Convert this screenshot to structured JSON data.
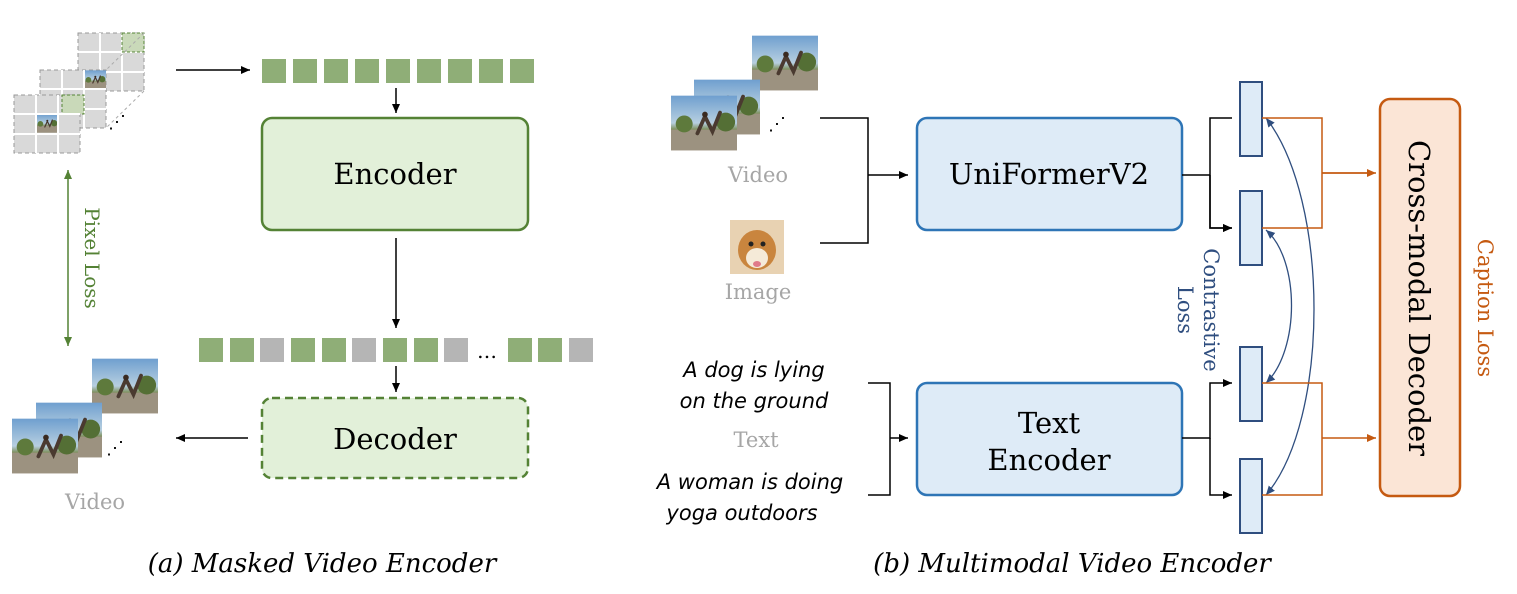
{
  "panel_a": {
    "caption": "(a) Masked Video Encoder",
    "encoder_label": "Encoder",
    "decoder_label": "Decoder",
    "loss_label": "Pixel Loss",
    "output_label": "Video",
    "token_ellipsis": "…",
    "frame_ellipsis": "⋰"
  },
  "panel_b": {
    "caption": "(b) Multimodal Video Encoder",
    "video_label": "Video",
    "image_label": "Image",
    "text_label": "Text",
    "text_example_1": [
      "A dog is lying",
      "on the ground"
    ],
    "text_example_2": [
      "A woman is doing",
      "yoga outdoors"
    ],
    "vision_encoder_label": "UniFormerV2",
    "text_encoder_label": [
      "Text",
      "Encoder"
    ],
    "contrastive_loss_label": [
      "Contrastive",
      "Loss"
    ],
    "decoder_label": "Cross-modal Decoder",
    "caption_loss_label": "Caption Loss"
  },
  "colors": {
    "green_fill": "#e2f0d9",
    "green_stroke": "#548235",
    "green_token": "#8fae77",
    "gray_token": "#b5b5b5",
    "blue_fill": "#deebf7",
    "blue_stroke": "#2e75b6",
    "dark_blue": "#2f4e7f",
    "orange_fill": "#fbe5d6",
    "orange_stroke": "#c55a11",
    "gray_text": "#a6a6a6"
  }
}
